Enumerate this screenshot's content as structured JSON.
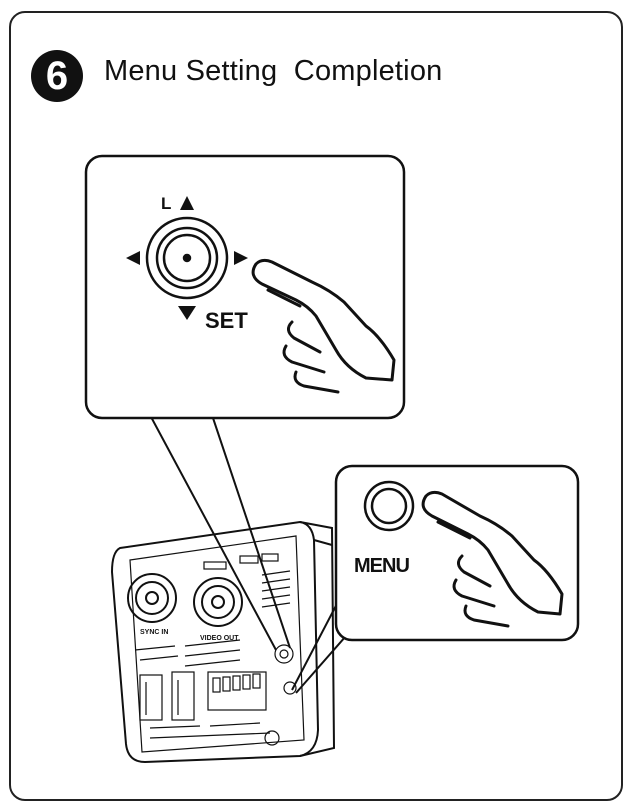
{
  "header": {
    "step_number": "6",
    "title": "Menu Setting  Completion"
  },
  "callout_top": {
    "lock_label": "L",
    "set_label": "SET"
  },
  "callout_right": {
    "menu_label": "MENU"
  },
  "camera": {
    "sync_in_label": "SYNC IN",
    "video_out_label": "VIDEO OUT"
  },
  "colors": {
    "line": "#111111",
    "background": "#ffffff"
  }
}
